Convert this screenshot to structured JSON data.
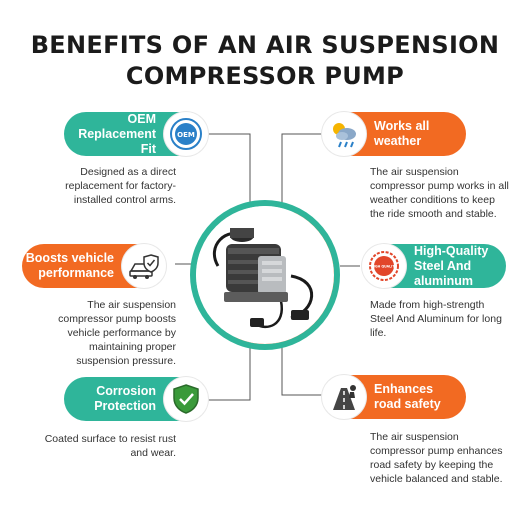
{
  "title": {
    "line1": "BENEFITS OF AN AIR SUSPENSION",
    "line2": "COMPRESSOR PUMP"
  },
  "colors": {
    "green": "#2fb59a",
    "orange": "#f26a22",
    "text": "#1b1b1b"
  },
  "product_image": {
    "icon": "air-compressor-pump-image"
  },
  "benefits": [
    {
      "id": "oem",
      "title_line1": "OEM",
      "title_line2": "Replacement Fit",
      "icon": "oem-badge-icon",
      "icon_text": "OEM",
      "description_lines": [
        "Designed as a direct",
        "replacement for factory-",
        "installed control arms."
      ]
    },
    {
      "id": "weather",
      "title_line1": "Works all",
      "title_line2": "weather",
      "icon": "weather-icon",
      "description_lines": [
        "The air suspension",
        "compressor pump works in all",
        "weather conditions to keep",
        "the ride smooth and stable."
      ]
    },
    {
      "id": "performance",
      "title_line1": "Boosts vehicle",
      "title_line2": "performance",
      "icon": "car-shield-icon",
      "description_lines": [
        "The air suspension",
        "compressor pump boosts",
        "vehicle performance by",
        "maintaining proper",
        "suspension pressure."
      ]
    },
    {
      "id": "steel",
      "title_line1": "High-Quality",
      "title_line2": "Steel And",
      "title_line3": "aluminum",
      "icon": "high-quality-badge-icon",
      "icon_text": "HIGH QUALITY",
      "description_lines": [
        "Made from high-strength",
        "Steel And Aluminum for long",
        "life."
      ]
    },
    {
      "id": "corrosion",
      "title_line1": "Corrosion",
      "title_line2": "Protection",
      "icon": "shield-check-icon",
      "description_lines": [
        "Coated surface to resist rust",
        "and wear."
      ]
    },
    {
      "id": "safety",
      "title_line1": "Enhances",
      "title_line2": "road safety",
      "icon": "road-safety-icon",
      "description_lines": [
        "The air suspension",
        "compressor pump enhances",
        "road safety by keeping the",
        "vehicle balanced and stable."
      ]
    }
  ]
}
